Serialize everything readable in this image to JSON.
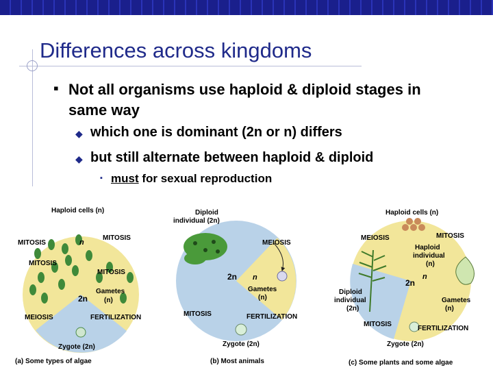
{
  "slide": {
    "title": "Differences across kingdoms",
    "bullet1": "Not all organisms use haploid & diploid stages in same way",
    "bullet2": "which one is dominant (2n or n) differs",
    "bullet3": "but still alternate between haploid & diploid",
    "bullet4_emphasis": "must",
    "bullet4_rest": " for sexual reproduction"
  },
  "figure": {
    "algae": {
      "haploid_cells": "Haploid cells (n)",
      "mitosis": "MITOSIS",
      "n": "n",
      "two_n": "2n",
      "gametes": "Gametes",
      "gametes_n": "(n)",
      "meiosis": "MEIOSIS",
      "fertilization": "FERTILIZATION",
      "zygote": "Zygote (2n)",
      "caption": "(a) Some types of algae"
    },
    "animals": {
      "diploid_individual": "Diploid",
      "diploid_individual_2": "individual (2n)",
      "meiosis": "MEIOSIS",
      "two_n": "2n",
      "n": "n",
      "gametes": "Gametes",
      "gametes_n": "(n)",
      "mitosis": "MITOSIS",
      "fertilization": "FERTILIZATION",
      "zygote": "Zygote (2n)",
      "caption": "(b) Most animals"
    },
    "plants": {
      "haploid_cells": "Haploid cells (n)",
      "meiosis": "MEIOSIS",
      "mitosis": "MITOSIS",
      "haploid_individual_1": "Haploid",
      "haploid_individual_2": "individual",
      "haploid_individual_3": "(n)",
      "two_n": "2n",
      "n": "n",
      "diploid_individual_1": "Diploid",
      "diploid_individual_2": "individual",
      "diploid_individual_3": "(2n)",
      "gametes": "Gametes",
      "gametes_n": "(n)",
      "fertilization": "FERTILIZATION",
      "zygote": "Zygote (2n)",
      "caption": "(c) Some plants and some algae"
    }
  },
  "colors": {
    "title": "#1f2a8a",
    "haploid": "#f2e69a",
    "diploid": "#b9d2e8"
  }
}
